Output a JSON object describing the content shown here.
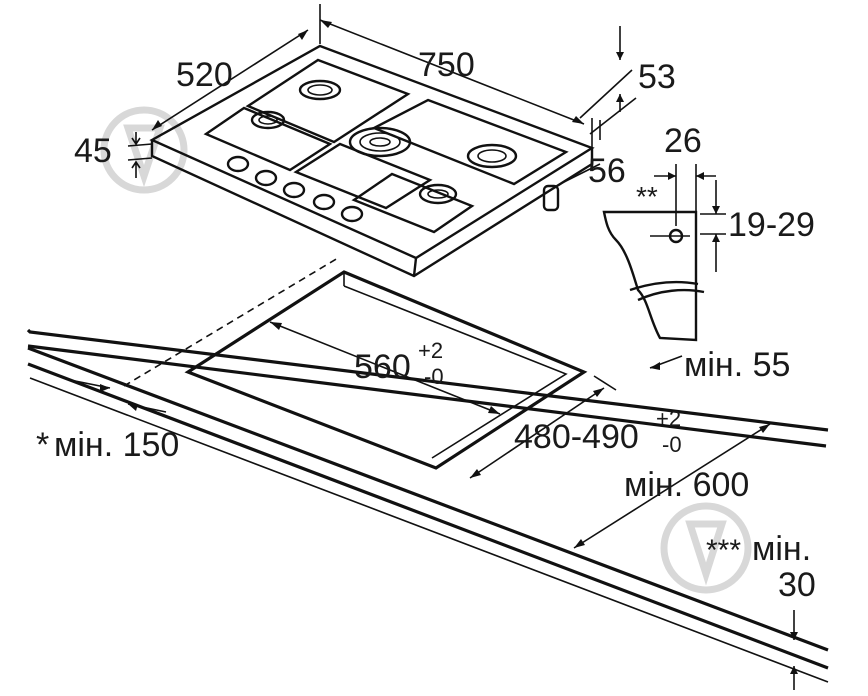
{
  "figure": {
    "hob_width": "750",
    "hob_depth": "520",
    "hob_height": "45",
    "rear_offset": "53",
    "side_offset": "56",
    "bracket_width": "26",
    "bracket_marker": "**",
    "worktop_thickness_range": "19-29",
    "cutout_width": "560",
    "cutout_width_tol_plus": "+2",
    "cutout_width_tol_minus": "-0",
    "cutout_depth": "480-490",
    "cutout_depth_tol_plus": "+2",
    "cutout_depth_tol_minus": "-0",
    "min_rear_edge": "мін. 55",
    "min_front_edge": "мін. 150",
    "min_front_edge_marker": "*",
    "worktop_depth": "мін. 600",
    "min_clearance_marker": "***",
    "min_clearance_label": "мін.",
    "min_clearance_value": "30"
  },
  "watermark": {
    "icon": "drop-logo-icon"
  }
}
